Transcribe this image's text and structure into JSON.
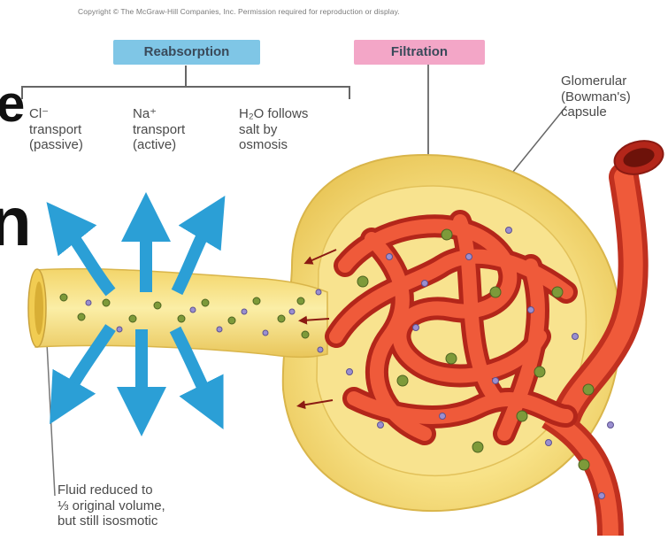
{
  "copyright": "Copyright © The McGraw-Hill Companies, Inc. Permission required for reproduction or display.",
  "labels": {
    "reabsorption": "Reabsorption",
    "filtration": "Filtration",
    "cl_transport": "Cl⁻\ntransport\n(passive)",
    "na_transport": "Na⁺\ntransport\n(active)",
    "h2o": "H₂O follows\nsalt by\nosmosis",
    "glomerular": "Glomerular\n(Bowman's)\ncapsule",
    "fluid": "Fluid reduced to\n⅓ original volume,\nbut still isosmotic"
  },
  "cropped_text": {
    "left_top": "e",
    "left_bottom": "n"
  },
  "colors": {
    "reabsorption_box": "#7fc6e6",
    "filtration_box": "#f3a6c7",
    "tubule": "#f7e07a",
    "capsule": "#f9e38a",
    "vessel": "#e8432a",
    "arrow": "#2b9fd6"
  }
}
